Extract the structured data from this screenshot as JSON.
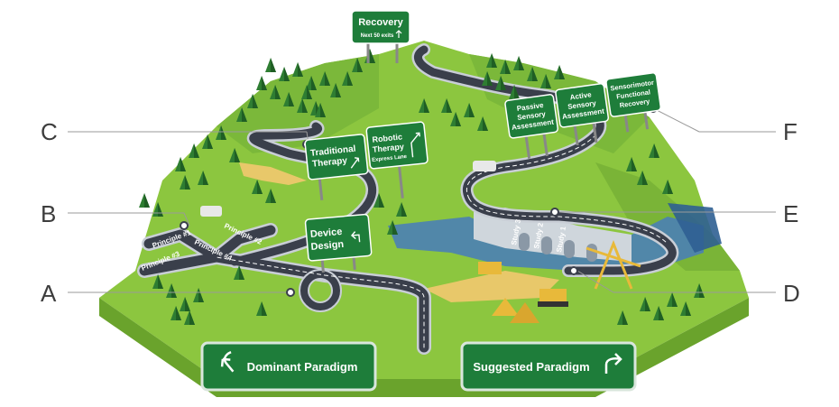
{
  "callouts": {
    "a": "A",
    "b": "B",
    "c": "C",
    "d": "D",
    "e": "E",
    "f": "F"
  },
  "signs": {
    "recovery": "Recovery",
    "recovery_sub": "Next 50 exits",
    "traditional_therapy_1": "Traditional",
    "traditional_therapy_2": "Therapy",
    "robotic_therapy_1": "Robotic",
    "robotic_therapy_2": "Therapy",
    "robotic_therapy_sub": "Express Lane",
    "device_design_1": "Device",
    "device_design_2": "Design",
    "passive_1": "Passive",
    "passive_2": "Sensory",
    "passive_3": "Assessment",
    "active_1": "Active",
    "active_2": "Sensory",
    "active_3": "Assessment",
    "sensorimotor_1": "Sensorimotor",
    "sensorimotor_2": "Functional",
    "sensorimotor_3": "Recovery"
  },
  "principles": [
    "Principle #1",
    "Principle #2",
    "Principle #3",
    "Principle #4"
  ],
  "studies": [
    "Study 3",
    "Study 2",
    "Study 1"
  ],
  "bottom": {
    "dominant": "Dominant Paradigm",
    "suggested": "Suggested Paradigm"
  },
  "colors": {
    "grass": "#8cc63f",
    "grass_dark": "#6aa32c",
    "tree": "#2e7d32",
    "road": "#3a3f4b",
    "sign_green": "#1e7d3a",
    "water": "#4a7fb5",
    "sand": "#e8c86a"
  }
}
